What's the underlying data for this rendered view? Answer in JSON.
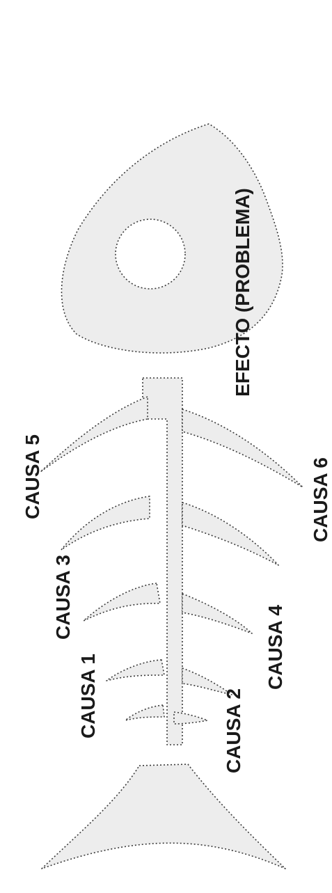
{
  "diagram": {
    "effect_label": "EFECTO (PROBLEMA)",
    "causes": [
      {
        "label": "CAUSA 1"
      },
      {
        "label": "CAUSA 2"
      },
      {
        "label": "CAUSA 3"
      },
      {
        "label": "CAUSA 4"
      },
      {
        "label": "CAUSA 5"
      },
      {
        "label": "CAUSA 6"
      }
    ]
  },
  "colors": {
    "fill": "#ededed",
    "outline": "#3a3a3a",
    "text": "#1a1a1a"
  }
}
